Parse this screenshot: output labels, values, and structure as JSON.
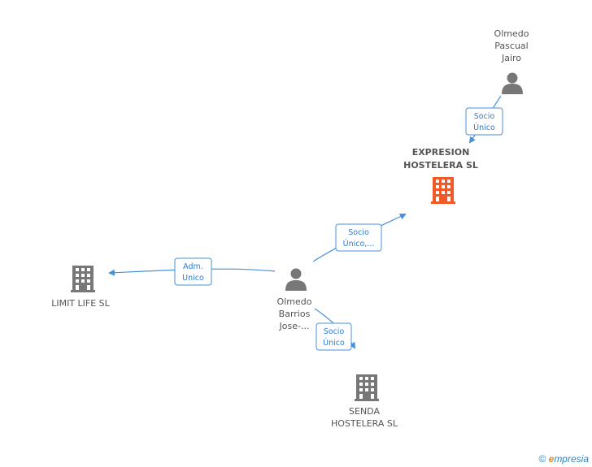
{
  "nodes": {
    "expresion": {
      "lines": [
        "EXPRESION",
        "HOSTELERA SL"
      ],
      "type": "company",
      "highlight": true
    },
    "olmedo_pascual": {
      "lines": [
        "Olmedo",
        "Pascual",
        "Jairo"
      ],
      "type": "person"
    },
    "olmedo_barrios": {
      "lines": [
        "Olmedo",
        "Barrios",
        "Jose-..."
      ],
      "type": "person"
    },
    "limit_life": {
      "lines": [
        "LIMIT LIFE SL"
      ],
      "type": "company"
    },
    "senda": {
      "lines": [
        "SENDA",
        "HOSTELERA SL"
      ],
      "type": "company"
    }
  },
  "edges": [
    {
      "from": "olmedo_pascual",
      "to": "expresion",
      "label": [
        "Socio",
        "Único"
      ]
    },
    {
      "from": "olmedo_barrios",
      "to": "expresion",
      "label": [
        "Socio",
        "Único,..."
      ]
    },
    {
      "from": "olmedo_barrios",
      "to": "limit_life",
      "label": [
        "Adm.",
        "Unico"
      ]
    },
    {
      "from": "olmedo_barrios",
      "to": "senda",
      "label": [
        "Socio",
        "Único"
      ]
    }
  ],
  "colors": {
    "highlight": "#f05a28",
    "node": "#777777",
    "edge": "#4a90d9"
  },
  "watermark": {
    "copyright": "©",
    "e": "e",
    "rest": "mpresia"
  }
}
